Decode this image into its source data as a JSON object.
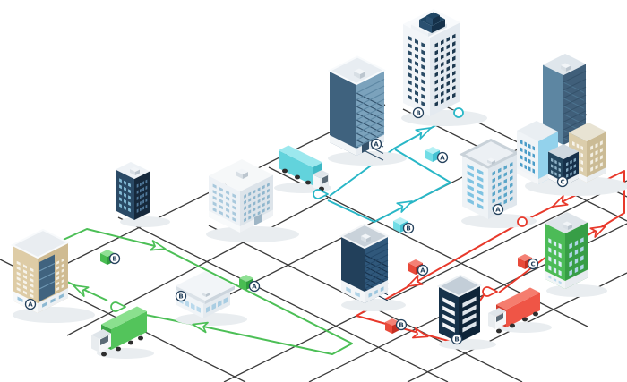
{
  "scene": {
    "description": "Isometric city logistics network with three color-coded delivery routes over a street grid",
    "background": "#ffffff",
    "grid_color": "#3c3c3c"
  },
  "routes": {
    "green": {
      "color": "#4cbf56",
      "truck_color": "#53c45b",
      "stop_labels": [
        "A",
        "B"
      ],
      "package_labels": [
        "B",
        "A"
      ]
    },
    "teal": {
      "color": "#29b7c7",
      "truck_color": "#62d3dc",
      "stop_labels": [
        "A",
        "B"
      ],
      "package_labels": [
        "A",
        "B"
      ]
    },
    "red": {
      "color": "#e8392b",
      "truck_color": "#ef5546",
      "stop_labels": [
        "B",
        "C"
      ],
      "package_labels": [
        "A",
        "B",
        "C"
      ]
    }
  },
  "labels": {
    "beige_tower": "A",
    "store": "B",
    "blue_tower": "A",
    "skyscraper": "B",
    "apartment": "A",
    "complex": "C",
    "server": "B",
    "cube_green_b": "B",
    "cube_green_a": "A",
    "cube_teal_a": "A",
    "cube_teal_b": "B",
    "cube_red_a": "A",
    "cube_red_b": "B",
    "cube_red_c": "C"
  }
}
